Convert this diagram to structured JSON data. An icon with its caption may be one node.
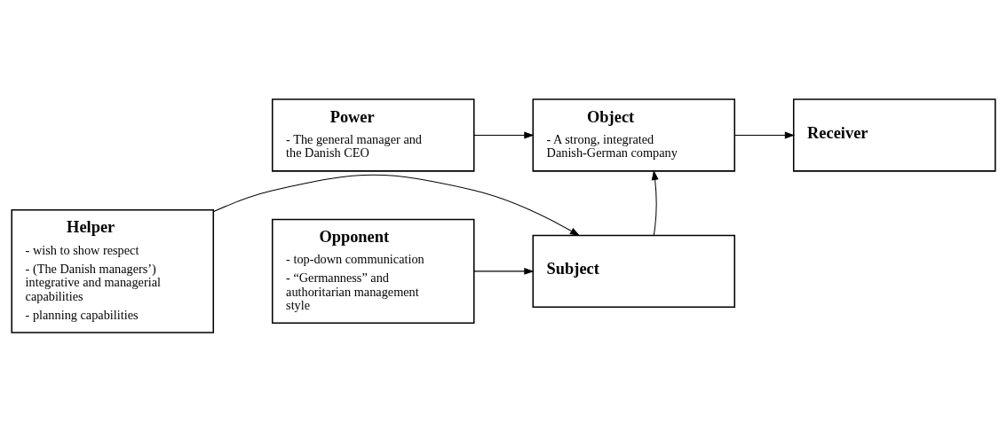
{
  "diagram": {
    "nodes": [
      {
        "text": [
          "Power",
          "- The general manager and the Danish CEO"
        ]
      },
      {
        "text": [
          "Object",
          "- A strong, integrated Danish-German company"
        ]
      },
      {
        "text": [
          "Receiver"
        ]
      },
      {
        "text": [
          "Helper",
          "- wish to show respect",
          "- (The Danish managers’) integrative and managerial capabilities",
          "- planning capabilities"
        ]
      },
      {
        "text": [
          "Subject"
        ]
      },
      {
        "text": [
          "Opponent",
          "- top-down communication",
          "- “Germanness” and authoritarian management style"
        ]
      }
    ],
    "edges": [
      {
        "from": 0,
        "to": 1,
        "arrow": "to"
      },
      {
        "from": 1,
        "to": 2,
        "arrow": "to"
      },
      {
        "from": 4,
        "to": 1,
        "arrow": "to"
      },
      {
        "from": 3,
        "to": 4,
        "arrow": "to"
      },
      {
        "from": 5,
        "to": 4,
        "arrow": "to"
      }
    ]
  }
}
